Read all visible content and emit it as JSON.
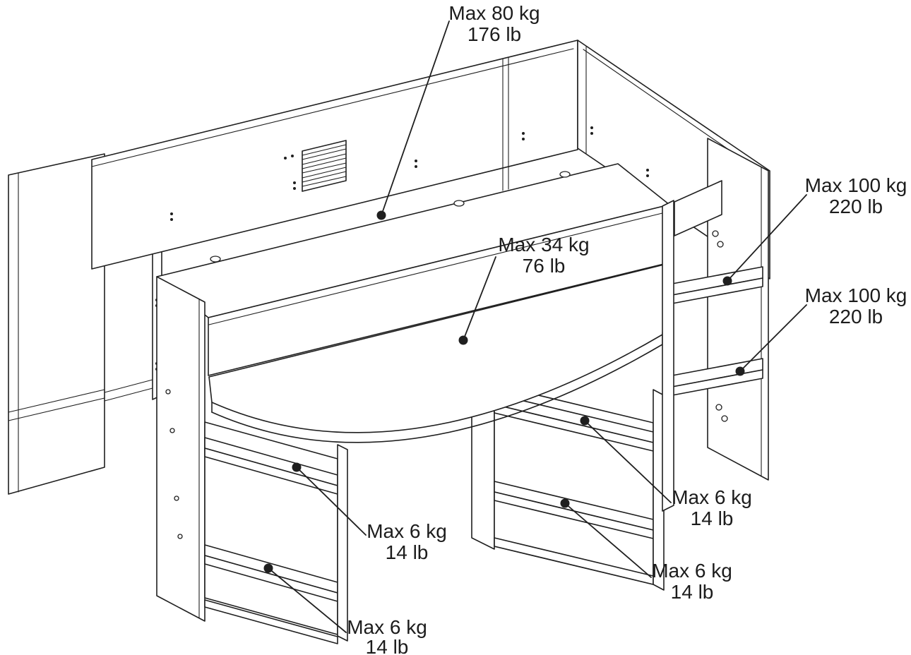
{
  "page": {
    "background_color": "#ffffff",
    "line_color": "#1f1f1f"
  },
  "diagram": {
    "labels": [
      {
        "id": "bed-platform",
        "kg": "Max 80 kg",
        "lb": "176 lb"
      },
      {
        "id": "desk-top",
        "kg": "Max 34 kg",
        "lb": "76 lb"
      },
      {
        "id": "right-step-upper",
        "kg": "Max 100 kg",
        "lb": "220 lb"
      },
      {
        "id": "right-step-lower",
        "kg": "Max 100 kg",
        "lb": "220 lb"
      },
      {
        "id": "left-pedestal-upper-shelf",
        "kg": "Max 6 kg",
        "lb": "14 lb"
      },
      {
        "id": "center-pedestal-upper-shelf",
        "kg": "Max 6 kg",
        "lb": "14 lb"
      },
      {
        "id": "center-pedestal-lower-shelf",
        "kg": "Max 6 kg",
        "lb": "14 lb"
      },
      {
        "id": "left-pedestal-lower-shelf",
        "kg": "Max 6 kg",
        "lb": "14 lb"
      }
    ]
  }
}
